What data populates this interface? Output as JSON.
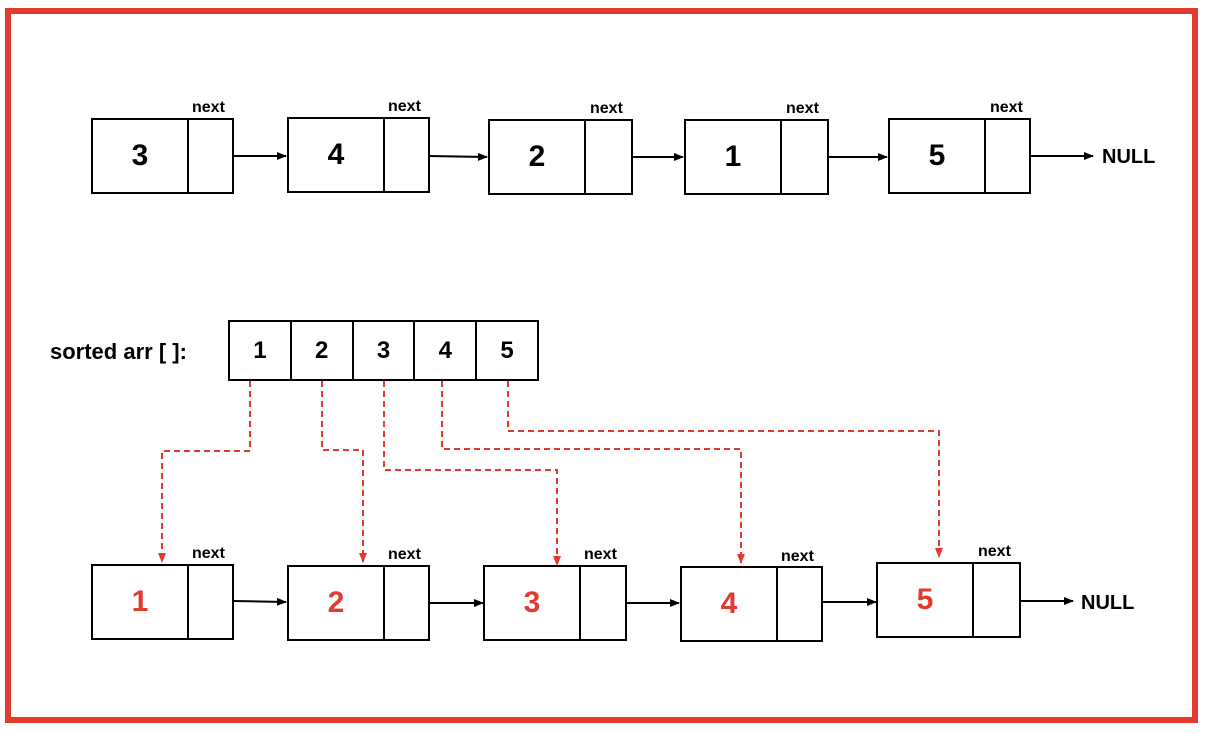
{
  "diagram": {
    "original_list": {
      "values": [
        "3",
        "4",
        "2",
        "1",
        "5"
      ],
      "next_label": "next",
      "terminal": "NULL"
    },
    "sorted_array": {
      "label": "sorted arr [ ]:",
      "values": [
        "1",
        "2",
        "3",
        "4",
        "5"
      ]
    },
    "result_list": {
      "values": [
        "1",
        "2",
        "3",
        "4",
        "5"
      ],
      "next_label": "next",
      "terminal": "NULL"
    },
    "colors": {
      "frame": "#e23a2e",
      "highlight": "#e23a2e",
      "stroke": "#000000"
    }
  }
}
